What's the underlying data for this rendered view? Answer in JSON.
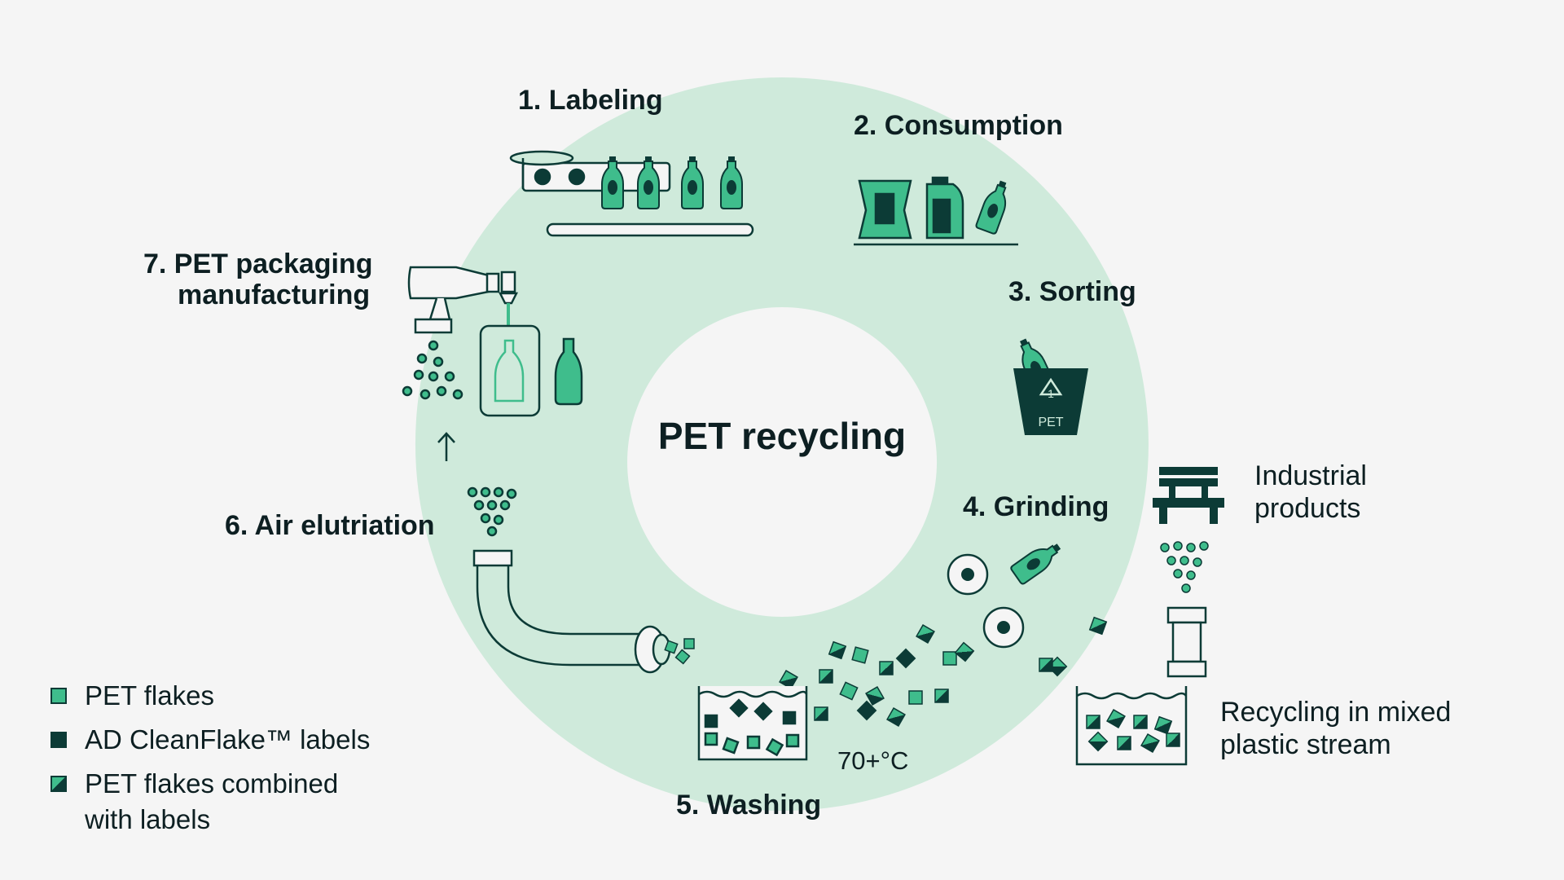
{
  "title": "PET recycling",
  "colors": {
    "ring": "#cfeadb",
    "dark": "#0c3b36",
    "accent": "#3fbd8c",
    "background": "#f5f5f5",
    "text": "#0d1f22"
  },
  "steps": [
    {
      "label": "1.  Labeling",
      "icon": "labeling-conveyor-icon"
    },
    {
      "label": "2.  Consumption",
      "icon": "consumer-packages-icon"
    },
    {
      "label": "3.  Sorting",
      "icon": "pet-sorting-bin-icon"
    },
    {
      "label": "4.  Grinding",
      "icon": "grinder-gears-icon"
    },
    {
      "label": "5.  Washing",
      "icon": "washing-tank-icon"
    },
    {
      "label": "6.  Air elutriation",
      "icon": "air-pipe-icon"
    },
    {
      "label_line1": "7.  PET packaging",
      "label_line2": "manufacturing",
      "icon": "blow-molding-icon"
    }
  ],
  "washing_temperature": "70+°C",
  "sorting_bin_text": "PET",
  "recycling_code": "1",
  "side_outputs": {
    "industrial_line1": "Industrial",
    "industrial_line2": "products",
    "mixed_line1": "Recycling in mixed",
    "mixed_line2": "plastic stream"
  },
  "legend": [
    {
      "label": "PET flakes",
      "swatch": "light"
    },
    {
      "label": "AD CleanFlake™ labels",
      "swatch": "dark"
    },
    {
      "label_line1": "PET flakes combined",
      "label_line2": "with labels",
      "swatch": "combined"
    }
  ]
}
